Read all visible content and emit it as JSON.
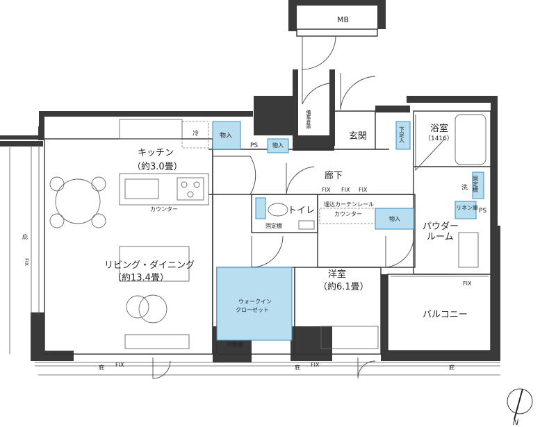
{
  "colors": {
    "wall": "#3a3a3a",
    "storage_fill": "#b9def0",
    "storage_stroke": "#3b8ec4"
  },
  "rooms": {
    "mb": "MB",
    "bisai_soko": "備蓄倉庫",
    "genkan": "玄関",
    "shitabako": "下足入",
    "yokushitsu": "浴室",
    "yokushitsu_size": "（1416）",
    "kitchen": "キッチン",
    "kitchen_size": "（約3.0畳）",
    "rei": "冷",
    "monoire_kitchen": "物入",
    "ps_top": "PS",
    "monoire_top": "物入",
    "rouka": "廊下",
    "fix_1": "FIX",
    "fix_2": "FIX",
    "fix_3": "FIX",
    "counter_kitchen": "カウンター",
    "toilet": "トイレ",
    "koteidana_toilet": "固定棚",
    "umekomi_rail": "埋込カーテンレール",
    "counter_hall": "カウンター",
    "monoire_hall": "物入",
    "sen": "洗",
    "koteidana_bath": "固定棚",
    "linen": "リネン庫",
    "ps_right": "PS",
    "powder": "パウダー",
    "room": "ルーム",
    "living": "リビング・ダイニング",
    "living_size": "（約13.4畳）",
    "walkin": "ウォークイン",
    "closet": "クローゼット",
    "kadoudana": "可動棚",
    "youshitsu": "洋室",
    "youshitsu_size": "（約6.1畳）",
    "fix_balcony": "FIX",
    "balcony": "バルコニー",
    "hisashi_left": "庇",
    "fix_left": "FIX",
    "hisashi_bottom_1": "庇",
    "fix_bottom_1": "FIX",
    "hisashi_bottom_2": "庇",
    "fix_bottom_2": "FIX",
    "hisashi_bottom_3": "庇"
  },
  "compass": {
    "label": "N"
  }
}
